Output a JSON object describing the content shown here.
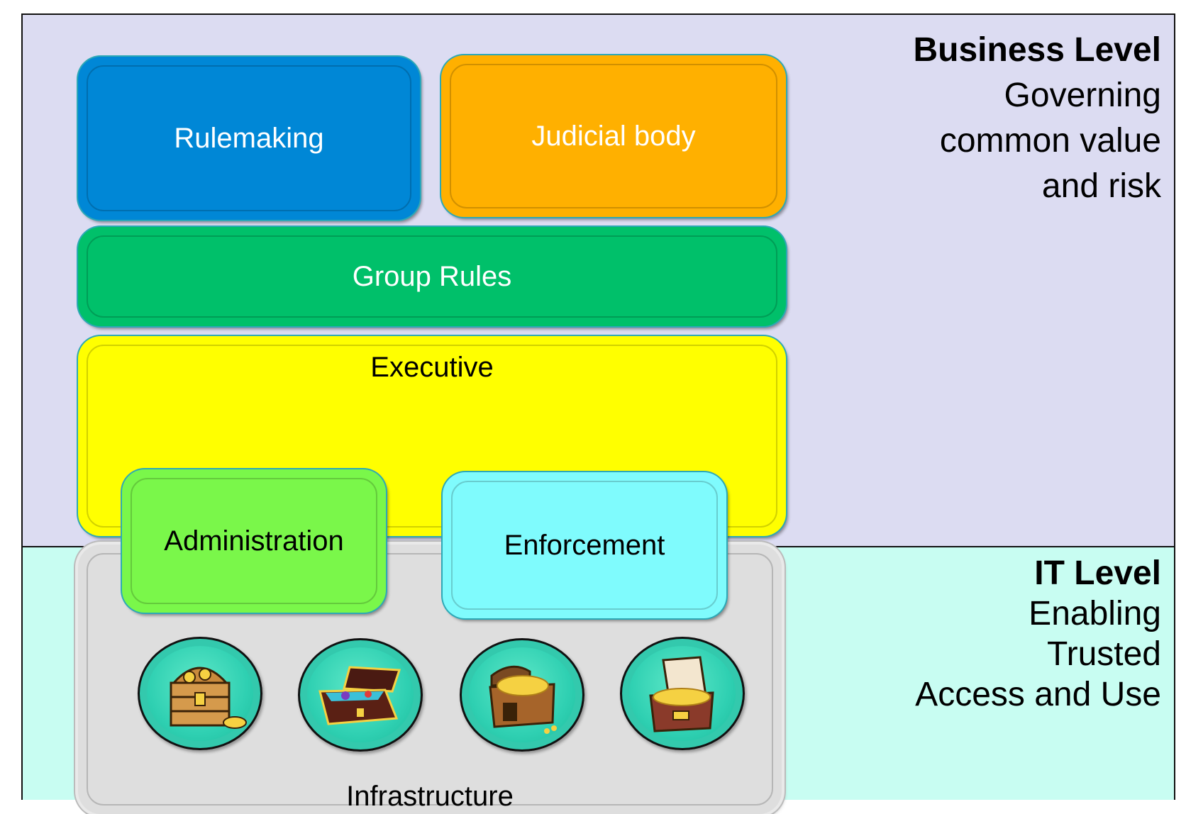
{
  "business_level": {
    "title": "Business Level",
    "lines": [
      "Governing",
      "common value",
      "and risk"
    ],
    "background": "#dcdcf2"
  },
  "it_level": {
    "title": "IT Level",
    "lines": [
      "Enabling",
      "Trusted",
      "Access and Use"
    ],
    "background": "#c8fdf2"
  },
  "boxes": {
    "rulemaking": "Rulemaking",
    "judicial_body": "Judicial body",
    "group_rules": "Group Rules",
    "executive": "Executive",
    "administration": "Administration",
    "enforcement": "Enforcement",
    "infrastructure": "Infrastructure"
  },
  "icons": [
    "treasure-chest-icon",
    "treasure-chest-icon",
    "treasure-chest-icon",
    "treasure-chest-icon"
  ]
}
